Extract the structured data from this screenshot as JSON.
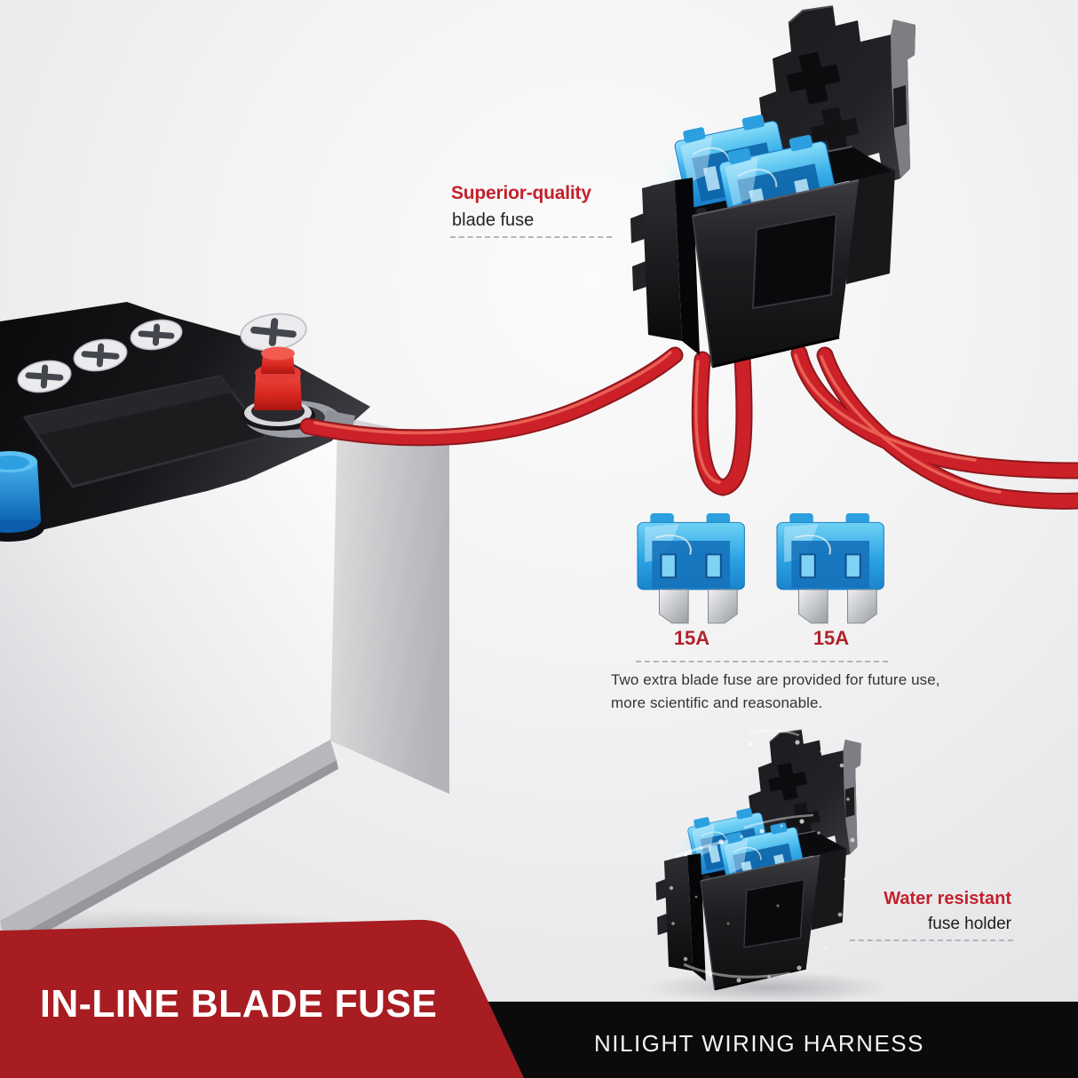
{
  "colors": {
    "background_top": "#fafafa",
    "background_bottom": "#e4e4e6",
    "accent_red_heading": "#c4202c",
    "amp_label_red": "#b0232a",
    "banner_red": "#a81d22",
    "footer_bar_black": "#0b0b0c",
    "wire_red": "#cc2128",
    "fuse_blue": "#2fa8e6",
    "body_text": "#333333"
  },
  "callouts": {
    "superior": {
      "title": "Superior-quality",
      "subtitle": "blade fuse"
    },
    "spare_fuses": {
      "fuse1_rating": "15A",
      "fuse2_rating": "15A",
      "description_line1": "Two extra blade fuse are provided for future use,",
      "description_line2": "more scientific and reasonable."
    },
    "water_resistant": {
      "title": "Water resistant",
      "subtitle": "fuse holder"
    }
  },
  "banner": {
    "title": "IN-LINE BLADE FUSE"
  },
  "footer": {
    "brand": "NILIGHT WIRING HARNESS"
  }
}
